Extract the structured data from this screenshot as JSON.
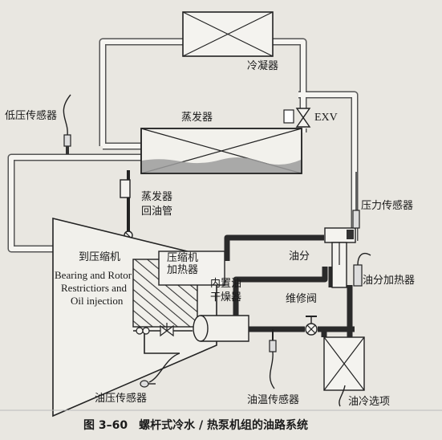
{
  "diagram": {
    "labels": {
      "condenser": "冷凝器",
      "exv": "EXV",
      "low_pressure_sensor": "低压传感器",
      "evaporator": "蒸发器",
      "pressure_sensor": "压力传感器",
      "evap_oil_return": "蒸发器\n回油管",
      "to_compressor": "到压缩机",
      "bearing_line1": "Bearing and Rotor",
      "bearing_line2": "Restrictiors and",
      "bearing_line3": "Oil injection",
      "compressor_heater": "压缩机\n加热器",
      "internal_oil_dryer": "内置油\n干燥器",
      "oil_separator": "油分",
      "oil_sep_heater": "油分加热器",
      "service_valve": "维修阀",
      "oil_pressure_sensor": "油压传感器",
      "oil_temp_sensor": "油温传感器",
      "oil_cooling_option": "油冷选项"
    },
    "caption": "图 3–60　螺杆式冷水 / 热泵机组的油路系统"
  }
}
